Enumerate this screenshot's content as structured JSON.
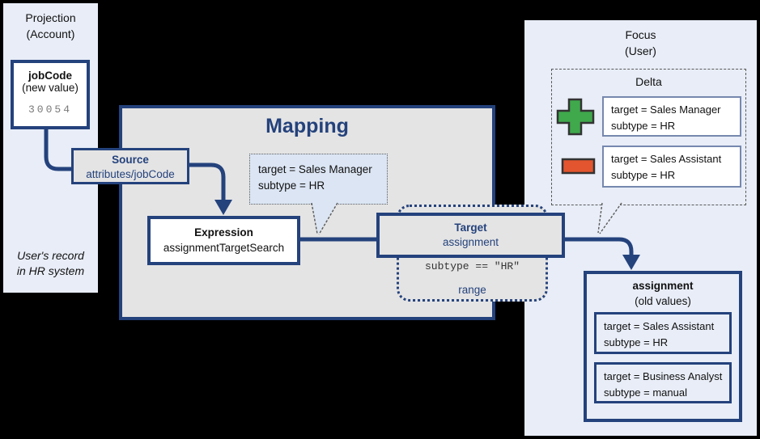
{
  "projection_panel": {
    "title_line1": "Projection",
    "title_line2": "(Account)",
    "jobcode_box": {
      "title": "jobCode",
      "subtitle": "(new value)",
      "value": "30054"
    },
    "note_line1": "User's record",
    "note_line2": "in HR system"
  },
  "mapping": {
    "title": "Mapping",
    "source_box": {
      "title": "Source",
      "subtitle": "attributes/jobCode"
    },
    "expression_box": {
      "title": "Expression",
      "subtitle": "assignmentTargetSearch"
    },
    "callout": {
      "line1": "target = Sales Manager",
      "line2": "subtype = HR"
    },
    "target_box": {
      "title": "Target",
      "subtitle": "assignment"
    },
    "range_box": {
      "condition": "subtype == \"HR\"",
      "label": "range"
    }
  },
  "focus_panel": {
    "title_line1": "Focus",
    "title_line2": "(User)",
    "delta": {
      "title": "Delta",
      "add_icon": "plus-icon",
      "remove_icon": "minus-icon",
      "add_item": {
        "line1": "target = Sales Manager",
        "line2": "subtype = HR"
      },
      "remove_item": {
        "line1": "target = Sales Assistant",
        "line2": "subtype = HR"
      }
    },
    "assignment_box": {
      "title": "assignment",
      "subtitle": "(old values)",
      "items": [
        {
          "line1": "target = Sales Assistant",
          "line2": "subtype = HR"
        },
        {
          "line1": "target = Business Analyst",
          "line2": "subtype = manual"
        }
      ]
    }
  },
  "colors": {
    "navy": "#24427c",
    "panel_blue": "#e8edf7",
    "box_gray": "#e4e4e4",
    "callout_blue": "#dbe5f3",
    "add_green": "#3fa94c",
    "remove_orange": "#e2552e",
    "background": "#000000"
  }
}
